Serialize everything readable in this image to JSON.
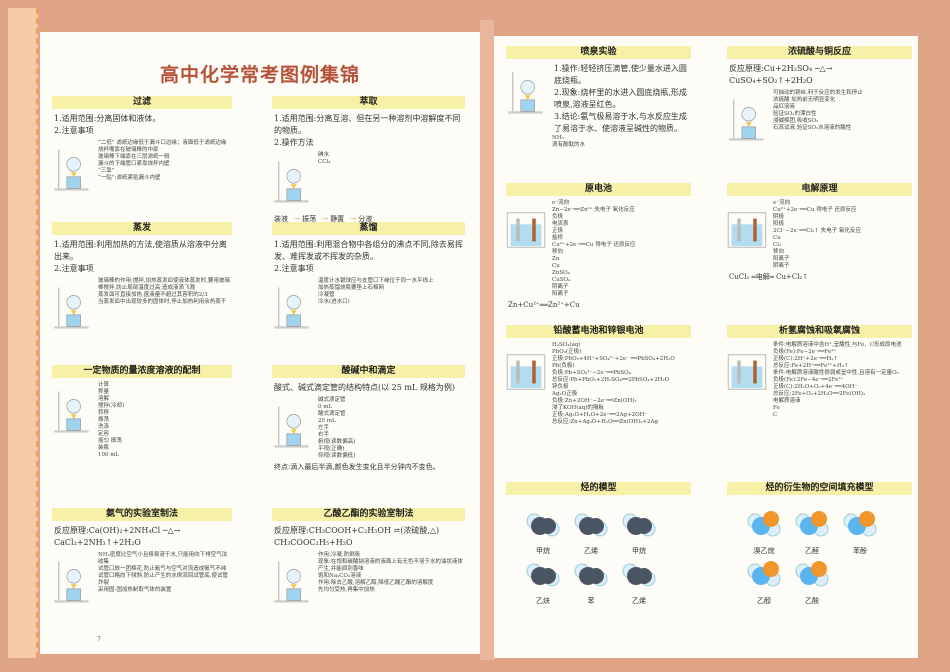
{
  "title": "高中化学常考图例集锦",
  "page_number": "7",
  "sections": [
    {
      "id": "filter",
      "title": "过滤",
      "lines": [
        "1.适用范围:分离固体和液体。",
        "2.注意事项"
      ],
      "labels": [
        "“二低” 滤纸边缘低于漏斗口边缘；液面低于滤纸边缘",
        "烧杯嘴靠在玻璃棒的中部",
        "玻璃棒下端靠在三层滤纸一侧",
        "漏斗的下端管口紧靠烧杯内壁",
        "“三靠”",
        "“一贴”:滤纸紧贴漏斗内壁"
      ]
    },
    {
      "id": "extract",
      "title": "萃取",
      "lines": [
        "1.适用范围:分离互溶、但在另一种溶剂中溶解度不同的物质。",
        "2.操作方法"
      ],
      "labels": [
        "碘水",
        "CCl₄"
      ],
      "steps": [
        "装液",
        "振荡",
        "静置",
        "分液"
      ]
    },
    {
      "id": "evap",
      "title": "蒸发",
      "lines": [
        "1.适用范围:利用加热的方法,使溶质从溶液中分离出来。",
        "2.注意事项"
      ],
      "labels": [
        "玻璃棒的作用:搅拌,加热蒸发皿使液体蒸发时,要用玻璃棒搅拌,防止局部温度过高,造成液滴飞溅",
        "蒸发皿可直接加热,盛液量不超过其容积的2/3",
        "当蒸发皿中出现较多的固体时,停止加热利用余热蒸干"
      ]
    },
    {
      "id": "distill",
      "title": "蒸馏",
      "lines": [
        "1.适用范围:利用混合物中各组分的沸点不同,除去易挥发、难挥发或不挥发的杂质。",
        "2.注意事项"
      ],
      "labels": [
        "温度计水银球应与支管口下缘位于同一水平线上",
        "加热蒸馏烧瓶要垫上石棉网",
        "冷凝管",
        "冷水(进水口)"
      ]
    },
    {
      "id": "prep",
      "title": "一定物质的量浓度溶液的配制",
      "lines": [],
      "labels": [
        "计算",
        "称量",
        "溶解",
        "搅拌(冷却)",
        "转移",
        "振荡",
        "洗涤",
        "定容",
        "摇匀 振荡",
        "装瓶",
        "100 mL"
      ]
    },
    {
      "id": "titration",
      "title": "酸碱中和滴定",
      "lines": [
        "酸式、碱式滴定管的结构特点(以 25 mL 规格为例)"
      ],
      "labels": [
        "碱式滴定管",
        "0 mL",
        "酸式滴定管",
        "25 mL",
        "左手",
        "右手",
        "俯视(读数偏高)",
        "平视(正确)",
        "仰视(读数偏低)"
      ],
      "caption": "终点:滴入最后半滴,颜色发生变化且半分钟内不变色。"
    },
    {
      "id": "ammonia",
      "title": "氨气的实验室制法",
      "lines": [
        "反应原理:Ca(OH)₂+2NH₄Cl ─△→ CaCl₂+2NH₃↑+2H₂O"
      ],
      "labels": [
        "NH₃密度比空气小且极易溶于水,只能用向下排空气法收集",
        "试管口放一团棉花,防止氨气与空气对流造成氨气不纯",
        "试管口略向下倾斜,防止产生的水倒流回试管底,使试管炸裂",
        "采用固-固加热制取气体的装置"
      ]
    },
    {
      "id": "ester",
      "title": "乙酸乙酯的实验室制法",
      "lines": [
        "反应原理:CH₃COOH+C₂H₅OH ⇌(浓硫酸,△) CH₃COOC₂H₅+H₂O"
      ],
      "labels": [
        "作用:冷凝,防倒吸",
        "现象:在饱和碳酸钠溶液的液面上有无色不溶于水的油状液体产生,并能闻到香味",
        "饱和Na₂CO₃溶液",
        "作用:除去乙酸,溶解乙醇,降低乙酸乙酯的溶解度",
        "先均匀受热,再集中加热"
      ]
    },
    {
      "id": "fountain",
      "title": "喷泉实验",
      "lines": [
        "1.操作:轻轻挤压滴管,使少量水进入圆底烧瓶。",
        "2.现象:烧杯里的水进入圆底烧瓶,形成喷泉,溶液呈红色。",
        "3.结论:氨气极易溶于水,与水反应生成了易溶于水、使溶液呈碱性的物质。"
      ],
      "labels": [
        "NH₃",
        "滴有酚酞的水"
      ]
    },
    {
      "id": "cu",
      "title": "浓硫酸与铜反应",
      "lines": [
        "反应原理:Cu+2H₂SO₄ ─△→ CuSO₄+SO₂↑+2H₂O"
      ],
      "labels": [
        "可抽动的铜丝,利于反应的发生和停止",
        "浓硫酸 加热前无明显变化",
        "品红溶液",
        "验证SO₂的漂白性",
        "浸碱棉团,吸收SO₂",
        "石蕊试液,验证SO₂水溶液的酸性"
      ]
    },
    {
      "id": "cell",
      "title": "原电池",
      "lines": [],
      "labels": [
        "e⁻流向",
        "Zn−2e⁻══Zn²⁺ 失电子 氧化反应",
        "负极",
        "电流表",
        "正极",
        "盐桥",
        "Cu²⁺+2e⁻══Cu 得电子 还原反应",
        "移向",
        "Zn",
        "Cu",
        "ZnSO₄",
        "CuSO₄",
        "阴离子",
        "阳离子"
      ],
      "caption": "Zn+Cu²⁺══Zn²⁺+Cu"
    },
    {
      "id": "electro",
      "title": "电解原理",
      "lines": [],
      "labels": [
        "e⁻流向",
        "Cu²⁺+2e⁻══Cu 得电子 还原反应",
        "阴极",
        "阳极",
        "2Cl⁻−2e⁻══Cl₂↑ 失电子 氧化反应",
        "Cu",
        "Cl₂",
        "移向",
        "阳离子",
        "阴离子"
      ],
      "caption": "CuCl₂ ═电解═ Cu+Cl₂↑"
    },
    {
      "id": "battery",
      "title": "铅酸蓄电池和锌银电池",
      "lines": [],
      "labels": [
        "H₂SO₄(aq)",
        "PbO₂(正极)",
        "正极:PbO₂+4H⁺+SO₄²⁻+2e⁻ ══PbSO₄+2H₂O",
        "Pb(负极)",
        "负极:Pb+SO₄²⁻−2e⁻══PbSO₄",
        "总反应:Pb+PbO₂+2H₂SO₄══2PbSO₄+2H₂O",
        "锌负极",
        "Ag₂O正极",
        "负极:Zn+2OH⁻−2e⁻══Zn(OH)₂",
        "浸了KOH(aq)的隔板",
        "正极:Ag₂O+H₂O+2e⁻══2Ag+2OH⁻",
        "总反应:Zn+Ag₂O+H₂O══Zn(OH)₂+2Ag"
      ]
    },
    {
      "id": "corrosion",
      "title": "析氢腐蚀和吸氧腐蚀",
      "lines": [],
      "labels": [
        "条件:电解质溶液中含H⁺,呈酸性,与Fe、C形成原电池",
        "负极(Fe):Fe−2e⁻══Fe²⁺",
        "正极(C):2H⁺+2e⁻══H₂↑",
        "总反应:Fe+2H⁺══Fe²⁺+H₂↑",
        "条件:电解质溶液酸性很弱或呈中性,且溶有一定量O₂",
        "负极(Fe):2Fe−4e⁻══2Fe²⁺",
        "正极(C):2H₂O+O₂+4e⁻══4OH⁻",
        "总反应:2Fe+O₂+2H₂O══2Fe(OH)₂",
        "电解质溶液",
        "Fe",
        "C"
      ]
    },
    {
      "id": "hydro",
      "title": "烃的模型",
      "molecules": [
        "甲烷",
        "乙烯",
        "甲烷",
        "乙炔",
        "苯",
        "乙烯"
      ]
    },
    {
      "id": "deriv",
      "title": "烃的衍生物的空间填充模型",
      "molecules": [
        "溴乙烷",
        "乙醛",
        "苯酚",
        "乙醇",
        "乙酸"
      ]
    }
  ],
  "colors": {
    "title": "#b5523a",
    "header_bg": "#f7f1a8",
    "background": "#dfa385",
    "page": "#fdfcf7",
    "water": "#9fd3ee",
    "orange": "#f0962a",
    "dark_atom": "#4a5564"
  }
}
